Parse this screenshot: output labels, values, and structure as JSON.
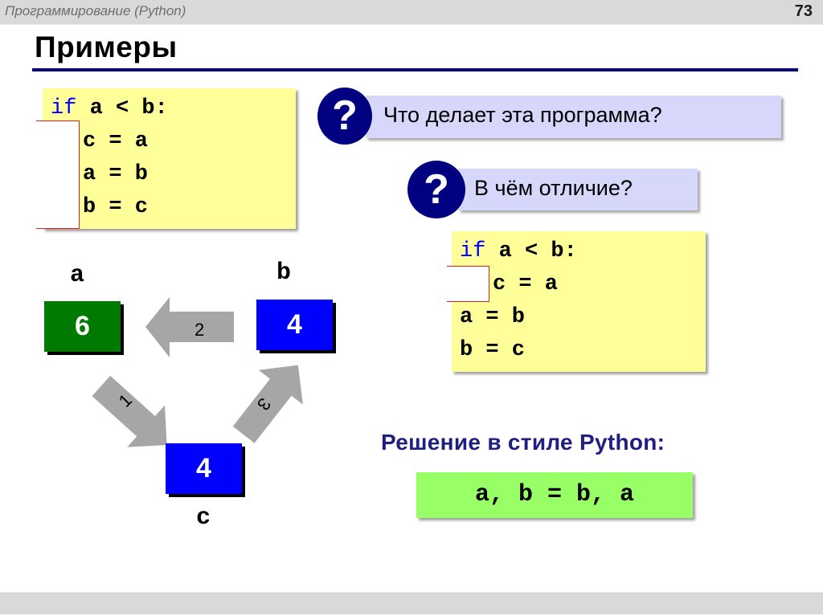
{
  "header": {
    "course_title": "Программирование (Python)",
    "page_number": "73"
  },
  "slide": {
    "title": "Примеры"
  },
  "code_block_1": {
    "lines": [
      {
        "keyword": "if",
        "rest": " a < b:"
      },
      {
        "text": "c = a"
      },
      {
        "text": "a = b"
      },
      {
        "text": "b = c"
      }
    ],
    "bracket_note": "indented body (lines 2-4)"
  },
  "questions": [
    {
      "icon": "?",
      "text": "Что делает эта программа?"
    },
    {
      "icon": "?",
      "text": "В чём отличие?"
    }
  ],
  "code_block_2": {
    "lines": [
      {
        "keyword": "if",
        "rest": " a < b:"
      },
      {
        "text": "c = a"
      },
      {
        "text": "a = b"
      },
      {
        "text": "b = c"
      }
    ],
    "bracket_note": "indented body (line 2 only)"
  },
  "diagram": {
    "variables": [
      {
        "name": "a",
        "value": "6",
        "color": "#007a00"
      },
      {
        "name": "b",
        "value": "4",
        "color": "#0000ff"
      },
      {
        "name": "c",
        "value": "4",
        "color": "#0000ff"
      }
    ],
    "arrows": [
      {
        "step": "1",
        "from": "a",
        "to": "c"
      },
      {
        "step": "2",
        "from": "b",
        "to": "a"
      },
      {
        "step": "3",
        "from": "c",
        "to": "b"
      }
    ],
    "arrow_color": "#a6a6a6"
  },
  "solution": {
    "heading": "Решение в стиле Python:",
    "code": "a, b = b, a"
  },
  "colors": {
    "title_rule": "#000080",
    "code_bg": "#ffff99",
    "question_bg": "#d7d7fb",
    "solution_bg": "#99ff66",
    "keyword": "#0000ff",
    "bracket": "#e02020"
  }
}
